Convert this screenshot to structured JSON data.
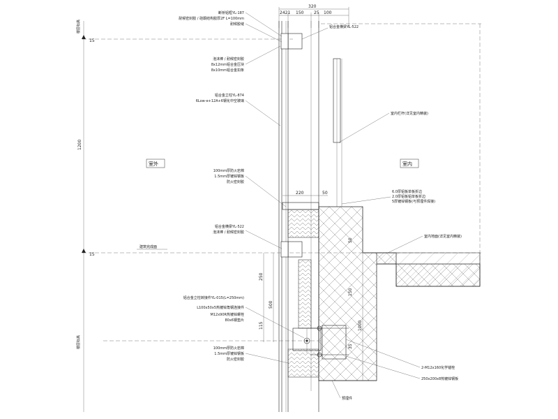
{
  "drawing": {
    "space_outdoor": "室外",
    "space_indoor": "室内",
    "level_text": "建筑完成面",
    "dimensions": {
      "top_total": "320",
      "top_a": "2421",
      "top_b": "150",
      "top_c": "25",
      "top_d": "100",
      "height_main": "1200",
      "sill_width": "220",
      "sill_right": "50",
      "v_250": "250",
      "v_500": "500",
      "v_115": "115",
      "v_1000": "1000",
      "v_50": "50",
      "v_150": "150",
      "v_35": "35"
    },
    "left_labels": [
      "断桥铝框YL-187",
      "耐候密封胶 / 硅酮结构胶厚2F  L=100mm",
      "耐候胶缝",
      "泡沫棒 / 耐候密封胶",
      "8x12mm铝合金压块",
      "8x10mm铝合金扣条",
      "铝合金立柱YL-874",
      "6Low-e+12A+6钢化中空玻璃",
      "100mm厚防火岩棉",
      "1.5mm厚镀锌钢板",
      "防火密封胶",
      "铝合金横梁YL-522",
      "泡沫棒 / 耐候密封胶",
      "铝合金立柱转接件YL-015(L=250mm)",
      "L100x50x5热镀锌角钢连接件",
      "M12x90R热镀锌螺栓",
      "80x6钢垫片",
      "100mm厚防火岩棉",
      "1.5mm厚镀锌钢板",
      "防火密封胶"
    ],
    "right_labels": [
      "铝合金横梁YL-522",
      "室内栏杆(详见室内精装)",
      "6.0厚铝板单板折边",
      "2.0厚铝板铝单板折边",
      "5厚镀锌钢板(与预埋件焊接)",
      "室内地面(详见室内精装)",
      "2-M12x160化学锚栓",
      "250x200x8热镀锌钢板",
      "预埋件"
    ],
    "axis_top_label": "楼层标高",
    "axis_bottom_label": "楼层标高",
    "axis_mark": "15"
  }
}
